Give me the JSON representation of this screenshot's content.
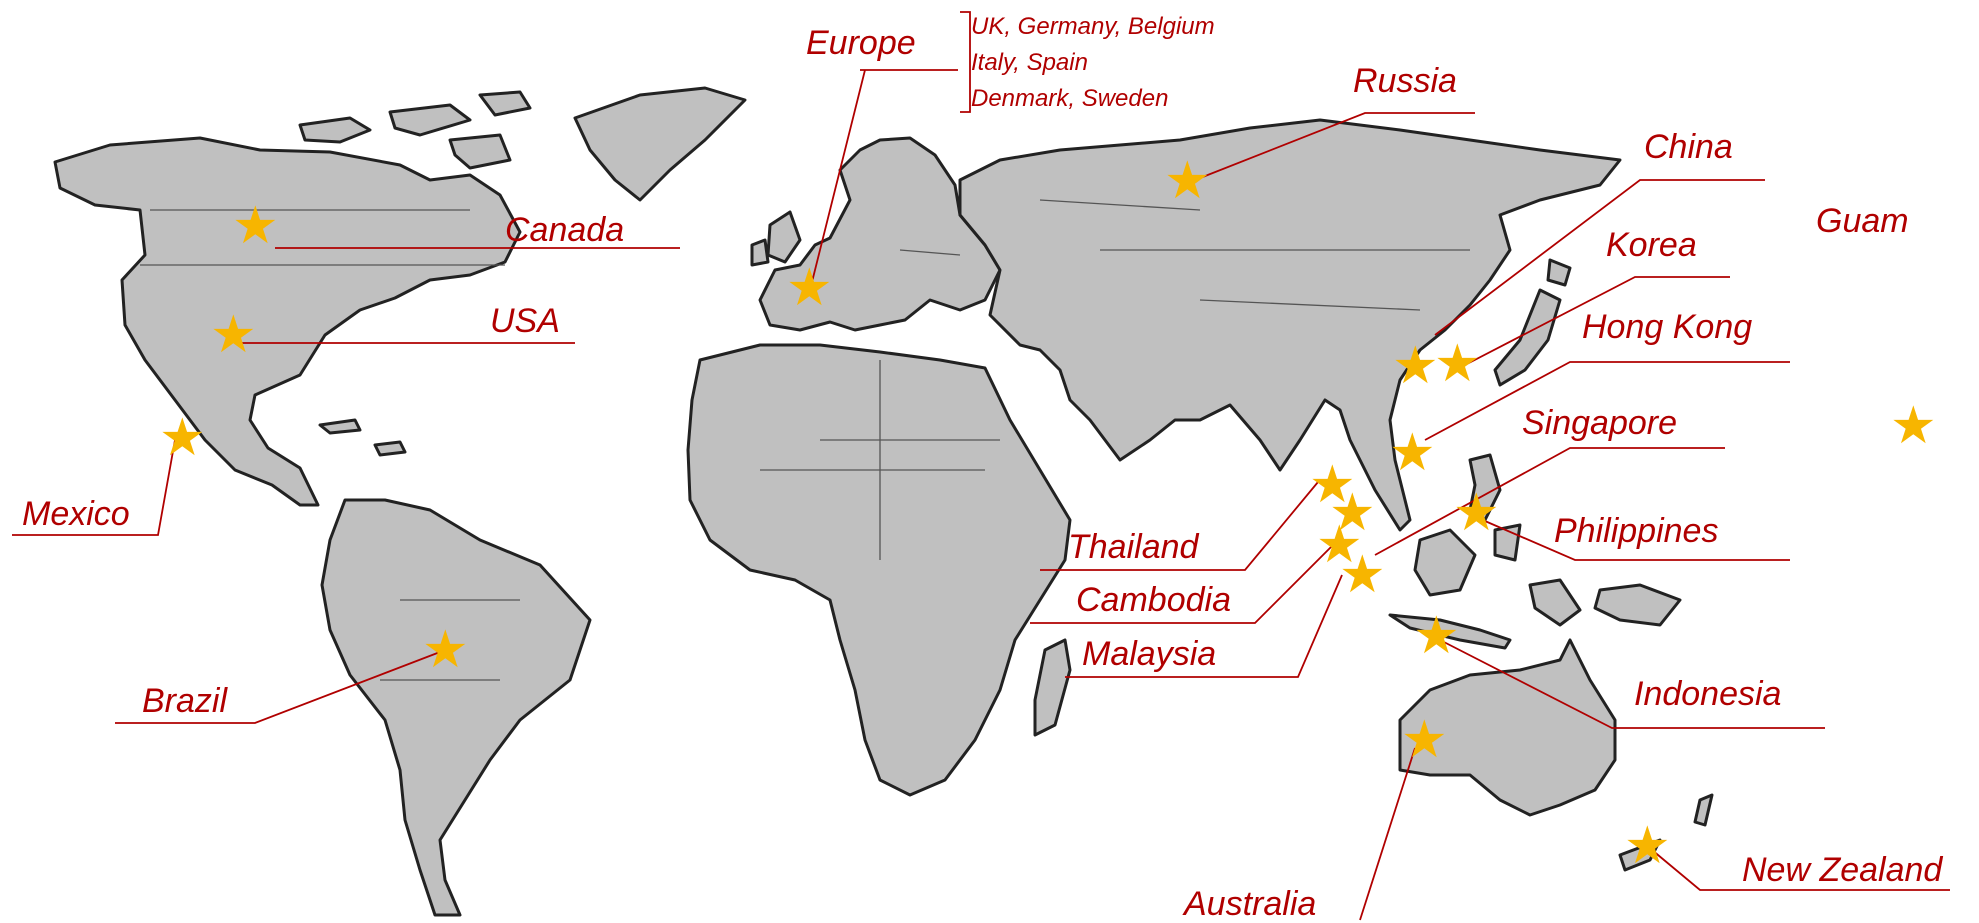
{
  "colors": {
    "land": "#c0c0c0",
    "coast": "#222222",
    "label": "#b00000",
    "star": "#f7b500"
  },
  "icons": {
    "marker": "star-icon"
  },
  "star_glyph": "★",
  "labels": {
    "europe": "Europe",
    "europe_countries": [
      "UK, Germany, Belgium",
      "Italy, Spain",
      "Denmark, Sweden"
    ],
    "russia": "Russia",
    "china": "China",
    "guam": "Guam",
    "korea": "Korea",
    "hong_kong": "Hong Kong",
    "singapore": "Singapore",
    "philippines": "Philippines",
    "thailand": "Thailand",
    "cambodia": "Cambodia",
    "malaysia": "Malaysia",
    "indonesia": "Indonesia",
    "canada": "Canada",
    "usa": "USA",
    "mexico": "Mexico",
    "brazil": "Brazil",
    "australia": "Australia",
    "new_zealand": "New Zealand"
  }
}
